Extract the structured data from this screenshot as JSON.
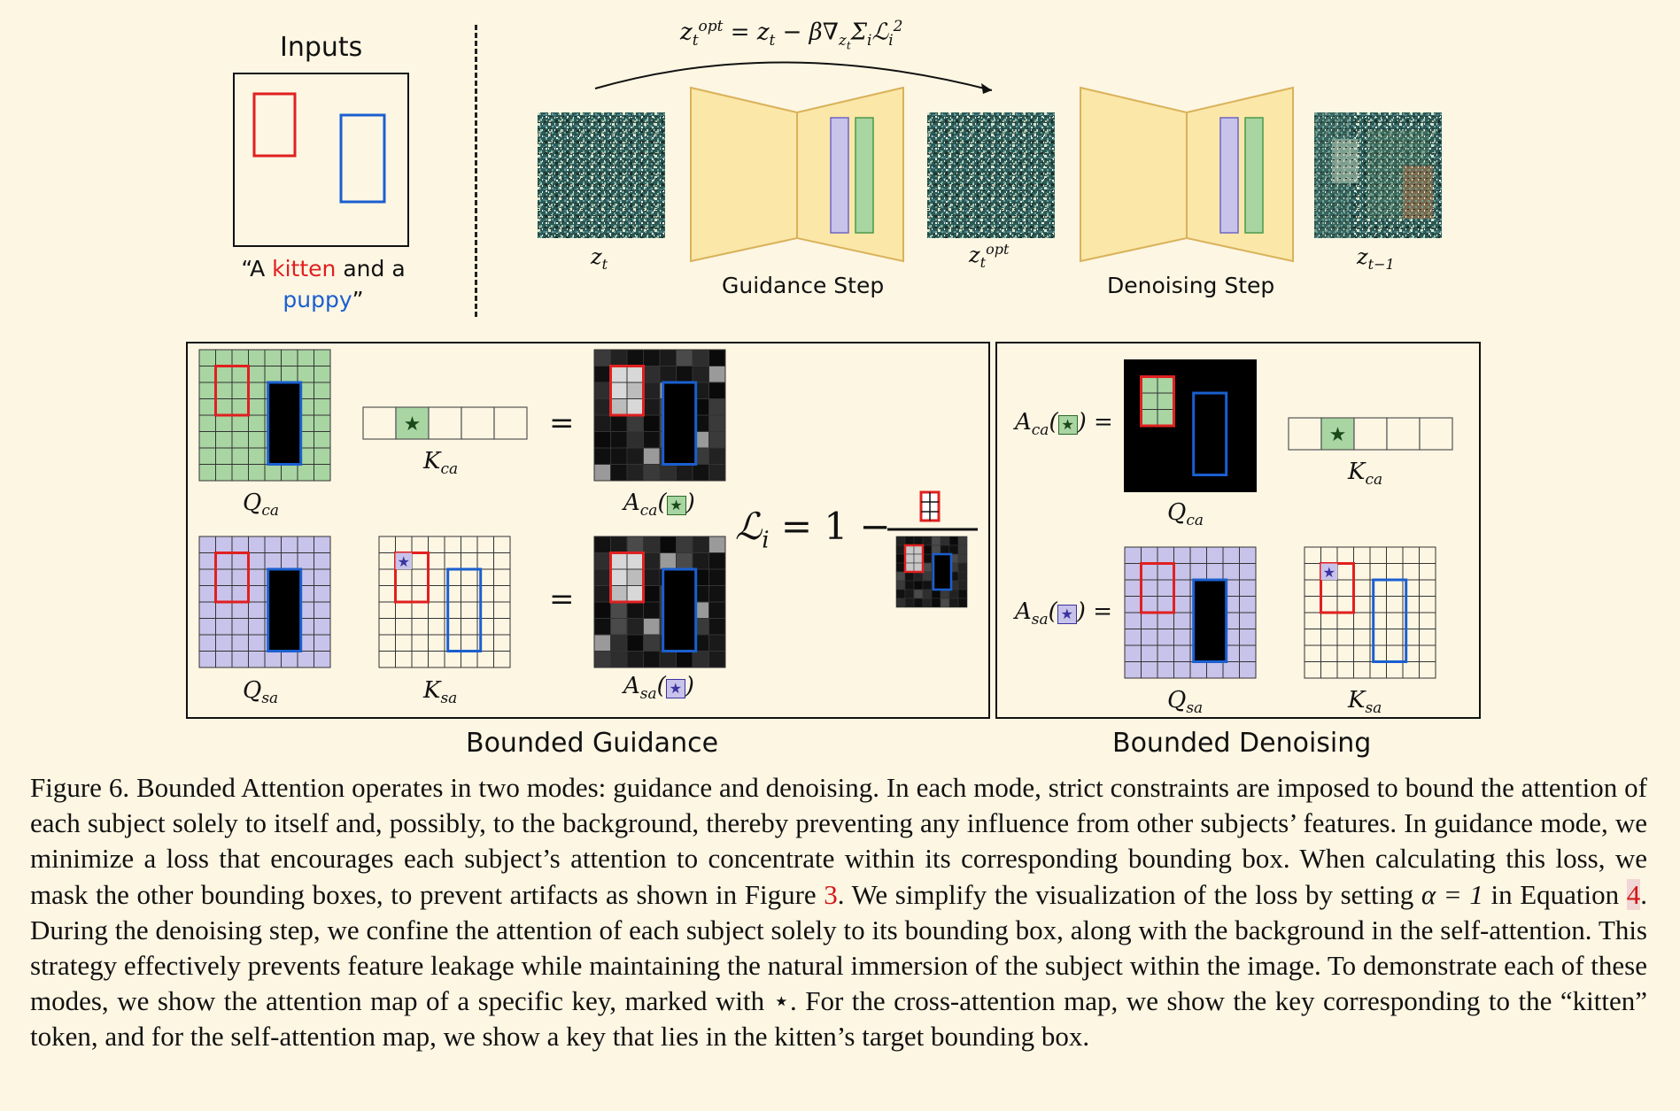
{
  "figure": {
    "inputs_title": "Inputs",
    "prompt_open": "“A ",
    "prompt_kitten": "kitten",
    "prompt_mid": " and a",
    "prompt_puppy": "puppy",
    "prompt_close": "”",
    "update_formula": "z_t^opt = z_t − β∇_{z_t} Σ_i ℒ_i^2",
    "latent_zt": "z_t",
    "latent_zt_opt": "z_t^opt",
    "latent_zt1": "z_{t−1}",
    "guidance_step_label": "Guidance Step",
    "denoising_step_label": "Denoising Step",
    "q_ca": "Q_ca",
    "k_ca": "K_ca",
    "a_ca": "A_ca(★)",
    "q_sa": "Q_sa",
    "k_sa": "K_sa",
    "a_sa": "A_sa(★)",
    "equals": "=",
    "loss_formula": "ℒ_i = 1 −",
    "bounded_guidance_label": "Bounded Guidance",
    "bounded_denoising_label": "Bounded Denoising",
    "star": "★"
  },
  "colors": {
    "background": "#fdf6e3",
    "kitten_box": "#e02020",
    "puppy_box": "#1a5fd0",
    "cross_attention_green": "#a8d5a2",
    "self_attention_purple": "#c8c3ea",
    "unet_yellow": "#fbe7a8"
  },
  "caption": {
    "label": "Figure 6.",
    "part1": " Bounded Attention operates in two modes: guidance and denoising. In each mode, strict constraints are imposed to bound the attention of each subject solely to itself and, possibly, to the background, thereby preventing any influence from other subjects’ features. In guidance mode, we minimize a loss that encourages each subject’s attention to concentrate within its corresponding bounding box. When calculating this loss, we mask the other bounding boxes, to prevent artifacts as shown in Figure ",
    "ref_figure": "3",
    "part2": ". We simplify the visualization of the loss by setting ",
    "alpha_eq": "α = 1",
    "part3": " in Equation ",
    "ref_equation": "4",
    "part4": ". During the denoising step, we confine the attention of each subject solely to its bounding box, along with the background in the self-attention. This strategy effectively prevents feature leakage while maintaining the natural immersion of the subject within the image. To demonstrate each of these modes, we show the attention map of a specific key, marked with ",
    "star": "⋆",
    "part5": ". For the cross-attention map, we show the key corresponding to the “kitten” token, and for the self-attention map, we show a key that lies in the kitten’s target bounding box."
  }
}
